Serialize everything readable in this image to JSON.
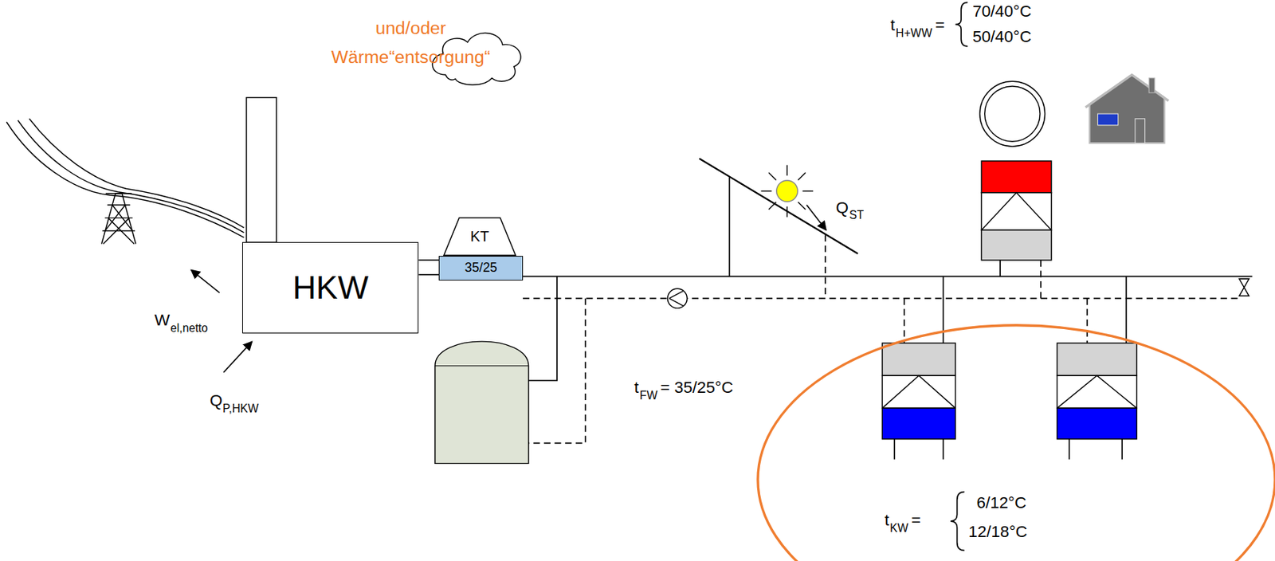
{
  "diagram": {
    "nodes": [
      {
        "text": [
          "HKW"
        ]
      },
      {
        "text": [
          "KT"
        ]
      },
      {
        "text": [
          "35/25"
        ]
      }
    ],
    "edges": [
      {
        "from": 0,
        "to": 2,
        "arrow": "none"
      },
      {
        "from": 0,
        "to": 2,
        "arrow": "none"
      }
    ],
    "labels": [
      "und/oder",
      "Wärme“entsorgung“",
      "W",
      "el,netto",
      "Q",
      "P,HKW",
      "Q",
      "ST",
      "t",
      "FW",
      "= 35/25°C",
      "t",
      "H+WW",
      "=",
      "70/40°C",
      "50/40°C",
      "t",
      "KW",
      "=",
      "6/12°C",
      "12/18°C"
    ]
  }
}
